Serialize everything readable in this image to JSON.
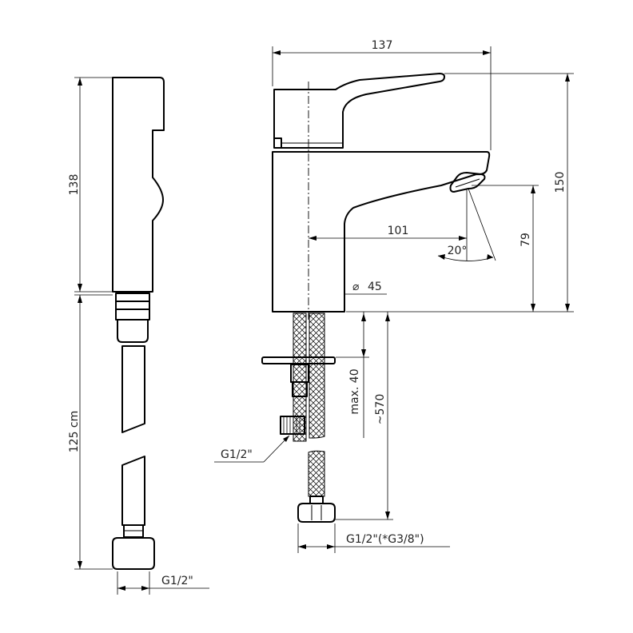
{
  "dimensions": {
    "hand_shower_length": "138",
    "hose_length": "125 cm",
    "hose_connection": "G1/2\"",
    "faucet_width": "137",
    "faucet_height": "150",
    "spout_reach": "101",
    "spout_height": "79",
    "aerator_angle": "20°",
    "base_diameter": "45",
    "diameter_symbol": "⌀",
    "max_deck_thickness": "max. 40",
    "supply_hose_length": "~570",
    "mounting_thread": "G1/2\"",
    "supply_connection": "G1/2\"(*G3/8\")"
  }
}
